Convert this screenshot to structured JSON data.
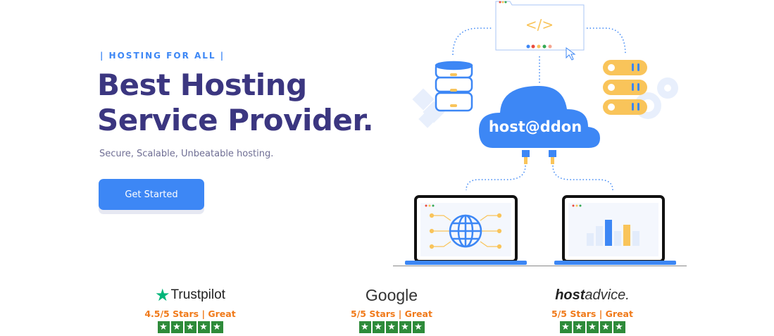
{
  "hero": {
    "tagline": "| HOSTING FOR ALL |",
    "title_line1": "Best Hosting",
    "title_line2": "Service Provider.",
    "subtitle": "Secure, Scalable, Unbeatable hosting.",
    "cta_label": "Get Started"
  },
  "illustration": {
    "cloud_text": "host@ddon",
    "code_symbol": "</>"
  },
  "ratings": [
    {
      "name": "Trustpilot",
      "text": "4.5/5 Stars | Great",
      "stars": 5,
      "icon": "star-icon"
    },
    {
      "name": "Google",
      "text": "5/5 Stars | Great",
      "stars": 5
    },
    {
      "name_bold": "host",
      "name_light": "advice.",
      "text": "5/5 Stars | Great",
      "stars": 5
    }
  ],
  "colors": {
    "accent": "#3d87f5",
    "title": "#3b3680",
    "rating": "#f07a1a",
    "star_bg": "#2e8b3a",
    "yellow": "#f9c45a"
  }
}
